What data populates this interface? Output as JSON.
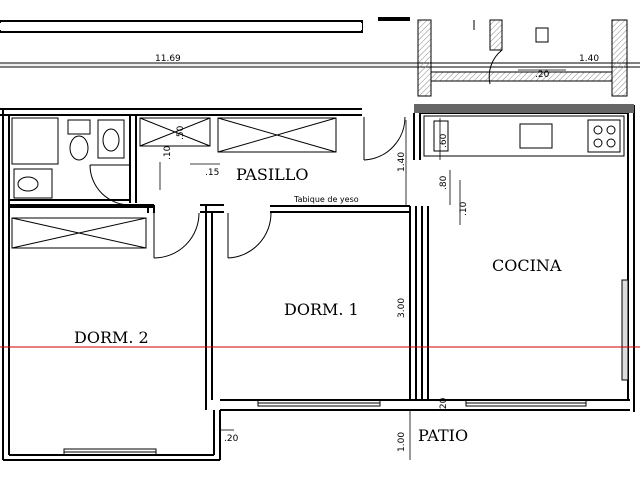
{
  "rooms": {
    "pasillo": "PASILLO",
    "cocina": "COCINA",
    "dorm1": "DORM. 1",
    "dorm2": "DORM. 2",
    "patio": "PATIO"
  },
  "notes": {
    "tabique": "Tabique de yeso"
  },
  "dimensions": {
    "d_11_69": "11.69",
    "d_1_40_top": "1.40",
    "d_20_top": ".20",
    "d_50": ".50",
    "d_10_bath": ".10",
    "d_15": ".15",
    "d_1_40_vert": "1.40",
    "d_60": ".60",
    "d_80": ".80",
    "d_10_kitchen": ".10",
    "d_3_00": "3.00",
    "d_20_patio": ".20",
    "d_1_00": "1.00",
    "d_20_bottom": ".20"
  },
  "colors": {
    "wall": "#000000",
    "hatch_wall": "#9a9a9a",
    "section_line": "#cc0000"
  }
}
